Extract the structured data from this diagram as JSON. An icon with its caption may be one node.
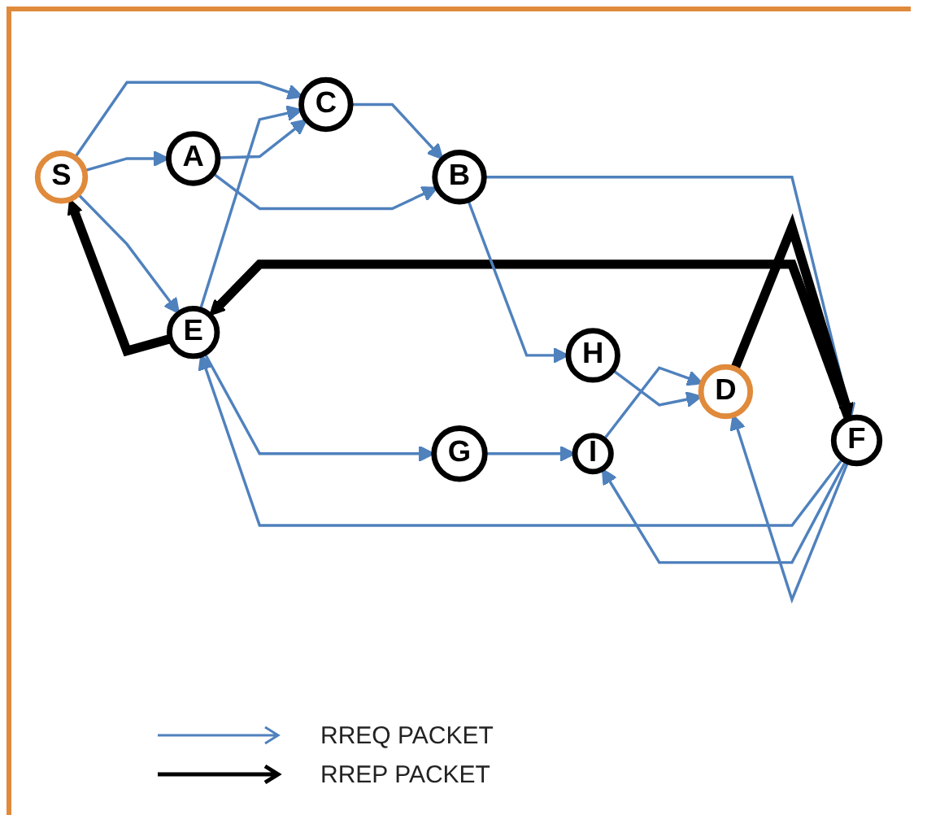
{
  "diagram": {
    "nodes": [
      {
        "text": [
          "S"
        ]
      },
      {
        "text": [
          "G"
        ]
      },
      {
        "text": [
          "E"
        ]
      },
      {
        "text": [
          "C"
        ]
      },
      {
        "text": [
          "I"
        ]
      },
      {
        "text": [
          "F"
        ]
      },
      {
        "text": [
          "A"
        ]
      },
      {
        "text": [
          "B"
        ]
      },
      {
        "text": [
          "D"
        ]
      },
      {
        "text": [
          "H"
        ]
      }
    ],
    "edges": [
      {
        "from": 2,
        "to": 0,
        "arrow": "to",
        "style": "thick",
        "color": "#000000"
      },
      {
        "from": 0,
        "to": 2,
        "arrow": "to"
      },
      {
        "from": 2,
        "to": 1,
        "arrow": "to"
      },
      {
        "from": 0,
        "to": 3,
        "arrow": "to"
      },
      {
        "from": 2,
        "to": 3,
        "arrow": "to"
      },
      {
        "from": 0,
        "to": 6,
        "arrow": "to"
      },
      {
        "from": 1,
        "to": 4,
        "arrow": "to"
      },
      {
        "from": 5,
        "to": 2,
        "arrow": "to",
        "style": "thick",
        "color": "#000000"
      },
      {
        "from": 5,
        "to": 2,
        "arrow": "to"
      },
      {
        "from": 5,
        "to": 4,
        "arrow": "to"
      },
      {
        "from": 6,
        "to": 3,
        "arrow": "to"
      },
      {
        "from": 3,
        "to": 7,
        "arrow": "to"
      },
      {
        "from": 7,
        "to": 5,
        "arrow": "to"
      },
      {
        "from": 8,
        "to": 5,
        "arrow": "to",
        "style": "thick",
        "color": "#000000"
      },
      {
        "from": 5,
        "to": 8,
        "arrow": "to"
      },
      {
        "from": 4,
        "to": 8,
        "arrow": "to"
      },
      {
        "from": 6,
        "to": 7,
        "arrow": "to"
      },
      {
        "from": 7,
        "to": 9,
        "arrow": "to"
      },
      {
        "from": 9,
        "to": 8,
        "arrow": "to"
      }
    ],
    "legend": [
      {
        "text": "RREQ PACKET"
      },
      {
        "text": "RREP PACKET"
      }
    ]
  }
}
